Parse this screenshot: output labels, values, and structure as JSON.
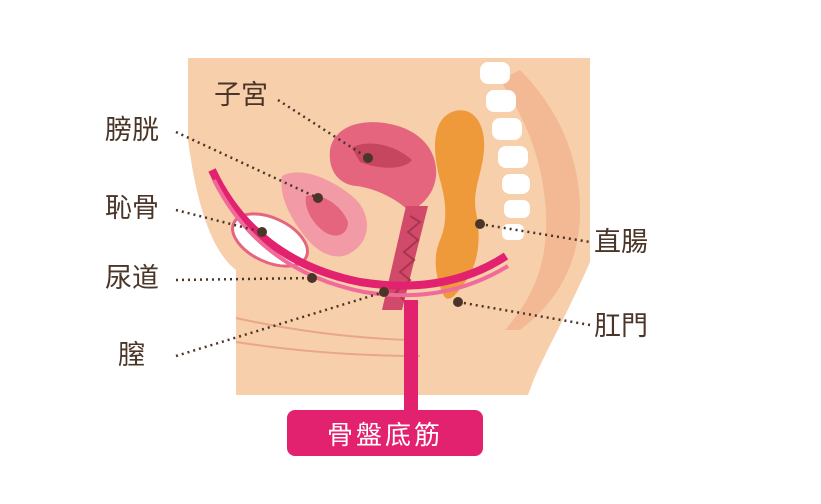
{
  "labels": {
    "uterus": "子宮",
    "bladder": "膀胱",
    "pubic_bone": "恥骨",
    "urethra": "尿道",
    "vagina": "膣",
    "rectum": "直腸",
    "anus": "肛門"
  },
  "highlight": "骨盤底筋",
  "colors": {
    "skin": "#f8cfab",
    "skin_shadow": "#f2b994",
    "muscle": "#e2226e",
    "rectum": "#ef9a3a",
    "uterus": "#e5657e",
    "bone": "#ffffff",
    "text": "#4a3528"
  }
}
